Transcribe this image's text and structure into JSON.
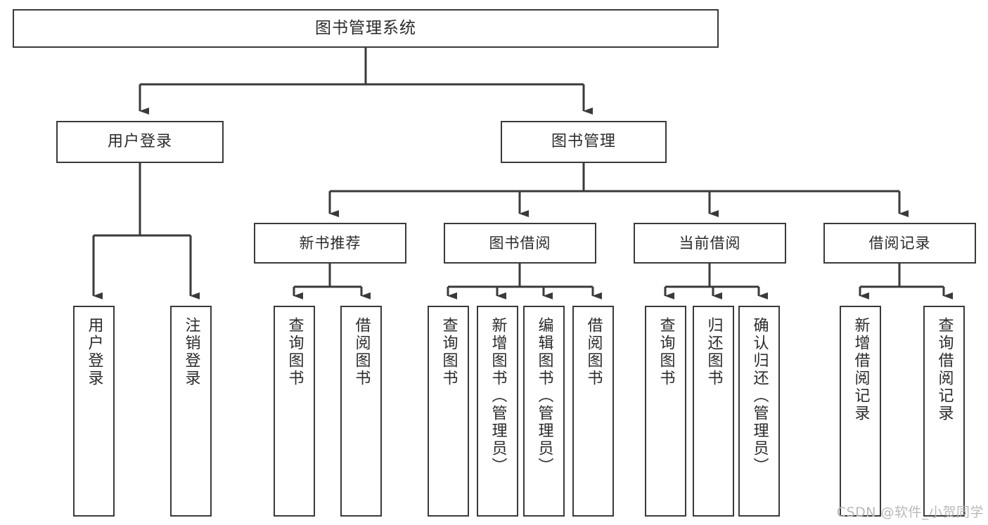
{
  "diagram": {
    "title": "图书管理系统",
    "watermark": "CSDN @软件_小贺同学",
    "nodes": {
      "root": {
        "label": "图书管理系统"
      },
      "level2": [
        {
          "id": "user-login",
          "label": "用户登录"
        },
        {
          "id": "book-manage",
          "label": "图书管理"
        }
      ],
      "level3": [
        {
          "id": "new-book-recommend",
          "label": "新书推荐"
        },
        {
          "id": "book-borrow",
          "label": "图书借阅"
        },
        {
          "id": "current-borrow",
          "label": "当前借阅"
        },
        {
          "id": "borrow-record",
          "label": "借阅记录"
        }
      ],
      "leaves": [
        {
          "id": "leaf-user-login",
          "label": "用户登录",
          "parent": "user-login"
        },
        {
          "id": "leaf-logout-login",
          "label": "注销登录",
          "parent": "user-login"
        },
        {
          "id": "leaf-query-book-1",
          "label": "查询图书",
          "parent": "new-book-recommend"
        },
        {
          "id": "leaf-borrow-book-1",
          "label": "借阅图书",
          "parent": "new-book-recommend"
        },
        {
          "id": "leaf-query-book-2",
          "label": "查询图书",
          "parent": "book-borrow"
        },
        {
          "id": "leaf-add-book",
          "label": "新增图书（管理员）",
          "parent": "book-borrow"
        },
        {
          "id": "leaf-edit-book",
          "label": "编辑图书（管理员）",
          "parent": "book-borrow"
        },
        {
          "id": "leaf-borrow-book-2",
          "label": "借阅图书",
          "parent": "book-borrow"
        },
        {
          "id": "leaf-query-book-3",
          "label": "查询图书",
          "parent": "current-borrow"
        },
        {
          "id": "leaf-return-book",
          "label": "归还图书",
          "parent": "current-borrow"
        },
        {
          "id": "leaf-confirm-return",
          "label": "确认归还（管理员）",
          "parent": "current-borrow"
        },
        {
          "id": "leaf-add-record",
          "label": "新增借阅记录",
          "parent": "borrow-record"
        },
        {
          "id": "leaf-query-record",
          "label": "查询借阅记录",
          "parent": "borrow-record"
        }
      ]
    },
    "colors": {
      "stroke": "#3a3a3a",
      "text": "#2b2b2b",
      "background": "#ffffff",
      "watermark": "#b9b9b9"
    }
  }
}
